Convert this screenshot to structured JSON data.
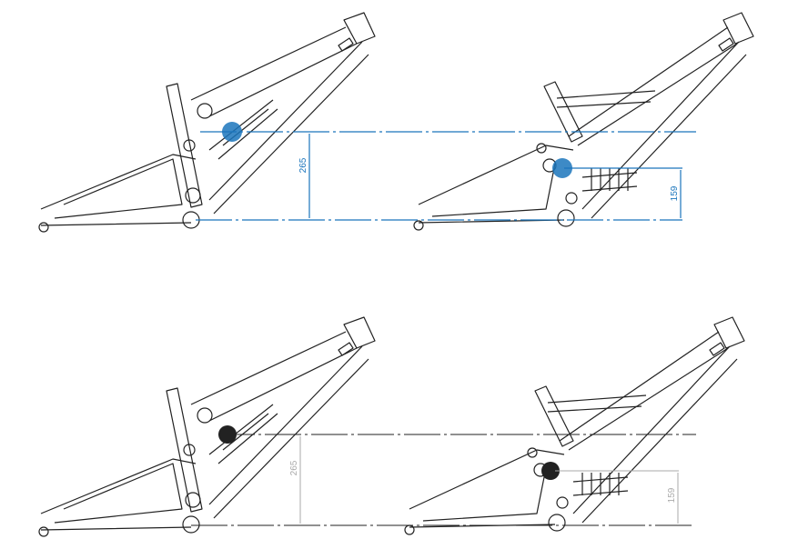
{
  "diagram": {
    "top_left": {
      "dimension_label": "265"
    },
    "top_right": {
      "dimension_label": "159"
    },
    "bottom_left": {
      "dimension_label": "265"
    },
    "bottom_right": {
      "dimension_label": "159"
    },
    "colors": {
      "accent": "#1b75bc",
      "frame": "#222222",
      "muted": "#aaaaaa"
    }
  }
}
